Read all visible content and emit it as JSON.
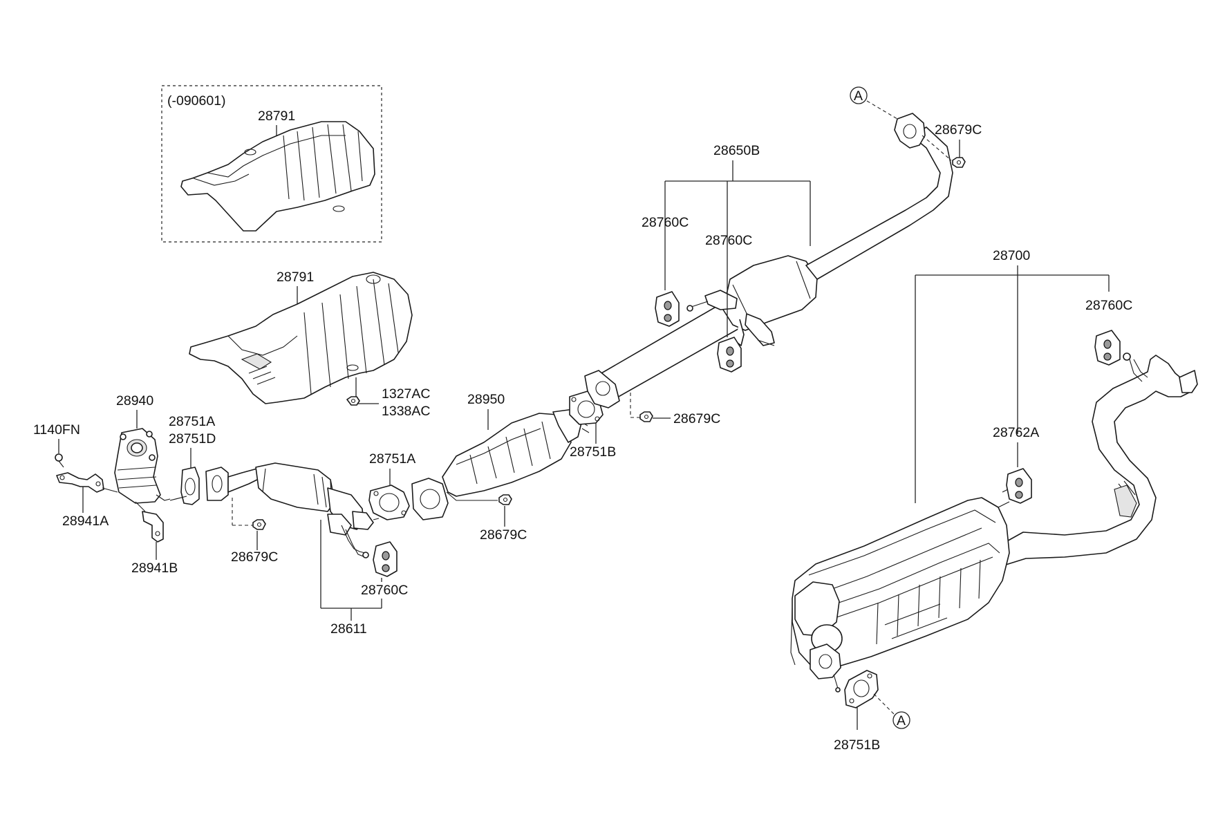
{
  "diagram": {
    "inset_note": "(-090601)",
    "labels": {
      "heat_shield_inset": "28791",
      "heat_shield": "28791",
      "nut_a": "1327AC",
      "nut_b": "1338AC",
      "bolt": "1140FN",
      "manifold_converter": "28940",
      "gasket_a": "28751A",
      "gasket_d": "28751D",
      "bracket_a": "28941A",
      "bracket_b": "28941B",
      "front_nut": "28679C",
      "front_pipe": "28611",
      "front_hanger": "28760C",
      "gasket_a2": "28751A",
      "converter": "28950",
      "converter_nut": "28679C",
      "gasket_b": "28751B",
      "center_nut": "28679C",
      "center_pipe": "28650B",
      "center_hanger_1": "28760C",
      "center_hanger_2": "28760C",
      "center_top_nut": "28679C",
      "ref_a_top": "A",
      "muffler": "28700",
      "rear_hanger": "28760C",
      "rear_hanger_2": "28762A",
      "rear_gasket": "28751B",
      "ref_a_bottom": "A"
    }
  }
}
